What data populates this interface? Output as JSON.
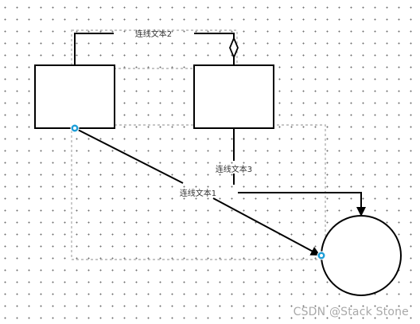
{
  "diagram": {
    "edges": [
      {
        "label": "连线文本1"
      },
      {
        "label": "连线文本2"
      },
      {
        "label": "连线文本3"
      }
    ]
  },
  "watermark": {
    "text": "CSDN @Stack Stone"
  },
  "colors": {
    "stroke": "#000000",
    "selection_outline": "#b3b3b3",
    "anchor": "#1e9ed8",
    "grid_dot": "#6f6f6f",
    "watermark": "#a9a9a9"
  }
}
